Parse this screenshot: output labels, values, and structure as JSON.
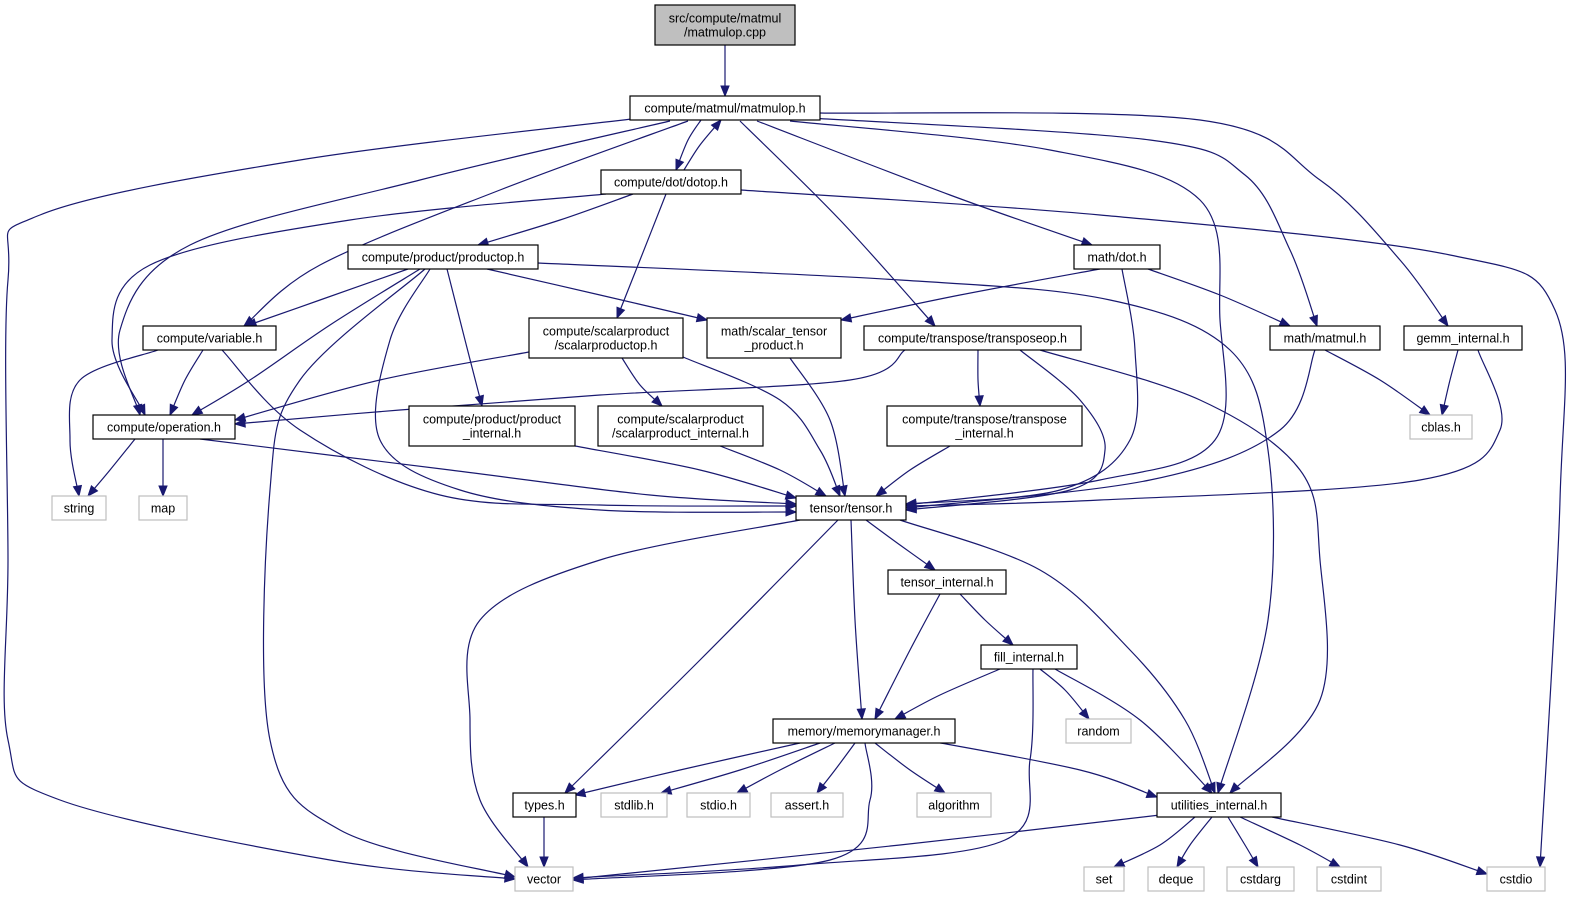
{
  "graph": {
    "colors": {
      "edge": "#191970",
      "root_fill": "#bfbfbf",
      "node_border": "#000000",
      "external_border": "#bfbfbf",
      "background": "#ffffff"
    },
    "nodes": [
      {
        "id": "root",
        "lines": [
          "src/compute/matmul",
          "/matmulop.cpp"
        ],
        "kind": "root"
      },
      {
        "id": "matmulop_h",
        "lines": [
          "compute/matmul/matmulop.h"
        ],
        "kind": "internal"
      },
      {
        "id": "dotop_h",
        "lines": [
          "compute/dot/dotop.h"
        ],
        "kind": "internal"
      },
      {
        "id": "productop_h",
        "lines": [
          "compute/product/productop.h"
        ],
        "kind": "internal"
      },
      {
        "id": "math_dot_h",
        "lines": [
          "math/dot.h"
        ],
        "kind": "internal"
      },
      {
        "id": "variable_h",
        "lines": [
          "compute/variable.h"
        ],
        "kind": "internal"
      },
      {
        "id": "scalarproductop_h",
        "lines": [
          "compute/scalarproduct",
          "/scalarproductop.h"
        ],
        "kind": "internal"
      },
      {
        "id": "scalar_tensor_product_h",
        "lines": [
          "math/scalar_tensor",
          "_product.h"
        ],
        "kind": "internal"
      },
      {
        "id": "transposeop_h",
        "lines": [
          "compute/transpose/transposeop.h"
        ],
        "kind": "internal"
      },
      {
        "id": "math_matmul_h",
        "lines": [
          "math/matmul.h"
        ],
        "kind": "internal"
      },
      {
        "id": "gemm_internal_h",
        "lines": [
          "gemm_internal.h"
        ],
        "kind": "internal"
      },
      {
        "id": "operation_h",
        "lines": [
          "compute/operation.h"
        ],
        "kind": "internal"
      },
      {
        "id": "product_internal_h",
        "lines": [
          "compute/product/product",
          "_internal.h"
        ],
        "kind": "internal"
      },
      {
        "id": "scalarproduct_internal_h",
        "lines": [
          "compute/scalarproduct",
          "/scalarproduct_internal.h"
        ],
        "kind": "internal"
      },
      {
        "id": "transpose_internal_h",
        "lines": [
          "compute/transpose/transpose",
          "_internal.h"
        ],
        "kind": "internal"
      },
      {
        "id": "cblas_h",
        "lines": [
          "cblas.h"
        ],
        "kind": "external"
      },
      {
        "id": "string",
        "lines": [
          "string"
        ],
        "kind": "external"
      },
      {
        "id": "map",
        "lines": [
          "map"
        ],
        "kind": "external"
      },
      {
        "id": "tensor_h",
        "lines": [
          "tensor/tensor.h"
        ],
        "kind": "internal"
      },
      {
        "id": "tensor_internal_h",
        "lines": [
          "tensor_internal.h"
        ],
        "kind": "internal"
      },
      {
        "id": "fill_internal_h",
        "lines": [
          "fill_internal.h"
        ],
        "kind": "internal"
      },
      {
        "id": "memorymanager_h",
        "lines": [
          "memory/memorymanager.h"
        ],
        "kind": "internal"
      },
      {
        "id": "random",
        "lines": [
          "random"
        ],
        "kind": "external"
      },
      {
        "id": "types_h",
        "lines": [
          "types.h"
        ],
        "kind": "internal"
      },
      {
        "id": "stdlib_h",
        "lines": [
          "stdlib.h"
        ],
        "kind": "external"
      },
      {
        "id": "stdio_h",
        "lines": [
          "stdio.h"
        ],
        "kind": "external"
      },
      {
        "id": "assert_h",
        "lines": [
          "assert.h"
        ],
        "kind": "external"
      },
      {
        "id": "algorithm",
        "lines": [
          "algorithm"
        ],
        "kind": "external"
      },
      {
        "id": "utilities_internal_h",
        "lines": [
          "utilities_internal.h"
        ],
        "kind": "internal"
      },
      {
        "id": "vector",
        "lines": [
          "vector"
        ],
        "kind": "external"
      },
      {
        "id": "set",
        "lines": [
          "set"
        ],
        "kind": "external"
      },
      {
        "id": "deque",
        "lines": [
          "deque"
        ],
        "kind": "external"
      },
      {
        "id": "cstdarg",
        "lines": [
          "cstdarg"
        ],
        "kind": "external"
      },
      {
        "id": "cstdint",
        "lines": [
          "cstdint"
        ],
        "kind": "external"
      },
      {
        "id": "cstdio",
        "lines": [
          "cstdio"
        ],
        "kind": "external"
      }
    ],
    "edges": [
      {
        "from": "root",
        "to": "matmulop_h"
      },
      {
        "from": "matmulop_h",
        "to": "dotop_h"
      },
      {
        "from": "dotop_h",
        "to": "matmulop_h"
      },
      {
        "from": "matmulop_h",
        "to": "vector"
      },
      {
        "from": "matmulop_h",
        "to": "operation_h"
      },
      {
        "from": "matmulop_h",
        "to": "variable_h"
      },
      {
        "from": "matmulop_h",
        "to": "transposeop_h"
      },
      {
        "from": "matmulop_h",
        "to": "math_dot_h"
      },
      {
        "from": "matmulop_h",
        "to": "tensor_h"
      },
      {
        "from": "matmulop_h",
        "to": "math_matmul_h"
      },
      {
        "from": "matmulop_h",
        "to": "gemm_internal_h"
      },
      {
        "from": "dotop_h",
        "to": "operation_h"
      },
      {
        "from": "dotop_h",
        "to": "productop_h"
      },
      {
        "from": "dotop_h",
        "to": "scalarproductop_h"
      },
      {
        "from": "dotop_h",
        "to": "cstdio"
      },
      {
        "from": "productop_h",
        "to": "variable_h"
      },
      {
        "from": "productop_h",
        "to": "operation_h"
      },
      {
        "from": "productop_h",
        "to": "vector"
      },
      {
        "from": "productop_h",
        "to": "tensor_h"
      },
      {
        "from": "productop_h",
        "to": "product_internal_h"
      },
      {
        "from": "productop_h",
        "to": "scalar_tensor_product_h"
      },
      {
        "from": "productop_h",
        "to": "utilities_internal_h"
      },
      {
        "from": "math_dot_h",
        "to": "scalar_tensor_product_h"
      },
      {
        "from": "math_dot_h",
        "to": "math_matmul_h"
      },
      {
        "from": "math_dot_h",
        "to": "tensor_h"
      },
      {
        "from": "variable_h",
        "to": "string"
      },
      {
        "from": "variable_h",
        "to": "operation_h"
      },
      {
        "from": "variable_h",
        "to": "tensor_h"
      },
      {
        "from": "scalarproductop_h",
        "to": "operation_h"
      },
      {
        "from": "scalarproductop_h",
        "to": "scalarproduct_internal_h"
      },
      {
        "from": "scalarproductop_h",
        "to": "tensor_h"
      },
      {
        "from": "scalar_tensor_product_h",
        "to": "tensor_h"
      },
      {
        "from": "transposeop_h",
        "to": "operation_h"
      },
      {
        "from": "transposeop_h",
        "to": "transpose_internal_h"
      },
      {
        "from": "transposeop_h",
        "to": "tensor_h"
      },
      {
        "from": "transposeop_h",
        "to": "utilities_internal_h"
      },
      {
        "from": "math_matmul_h",
        "to": "cblas_h"
      },
      {
        "from": "math_matmul_h",
        "to": "tensor_h"
      },
      {
        "from": "gemm_internal_h",
        "to": "cblas_h"
      },
      {
        "from": "gemm_internal_h",
        "to": "tensor_h"
      },
      {
        "from": "operation_h",
        "to": "string"
      },
      {
        "from": "operation_h",
        "to": "map"
      },
      {
        "from": "operation_h",
        "to": "tensor_h"
      },
      {
        "from": "product_internal_h",
        "to": "tensor_h"
      },
      {
        "from": "scalarproduct_internal_h",
        "to": "tensor_h"
      },
      {
        "from": "transpose_internal_h",
        "to": "tensor_h"
      },
      {
        "from": "tensor_h",
        "to": "vector"
      },
      {
        "from": "tensor_h",
        "to": "types_h"
      },
      {
        "from": "tensor_h",
        "to": "memorymanager_h"
      },
      {
        "from": "tensor_h",
        "to": "tensor_internal_h"
      },
      {
        "from": "tensor_h",
        "to": "utilities_internal_h"
      },
      {
        "from": "tensor_internal_h",
        "to": "memorymanager_h"
      },
      {
        "from": "tensor_internal_h",
        "to": "fill_internal_h"
      },
      {
        "from": "fill_internal_h",
        "to": "memorymanager_h"
      },
      {
        "from": "fill_internal_h",
        "to": "random"
      },
      {
        "from": "fill_internal_h",
        "to": "utilities_internal_h"
      },
      {
        "from": "fill_internal_h",
        "to": "vector"
      },
      {
        "from": "memorymanager_h",
        "to": "types_h"
      },
      {
        "from": "memorymanager_h",
        "to": "stdlib_h"
      },
      {
        "from": "memorymanager_h",
        "to": "stdio_h"
      },
      {
        "from": "memorymanager_h",
        "to": "assert_h"
      },
      {
        "from": "memorymanager_h",
        "to": "algorithm"
      },
      {
        "from": "memorymanager_h",
        "to": "utilities_internal_h"
      },
      {
        "from": "memorymanager_h",
        "to": "vector"
      },
      {
        "from": "types_h",
        "to": "vector"
      },
      {
        "from": "utilities_internal_h",
        "to": "vector"
      },
      {
        "from": "utilities_internal_h",
        "to": "set"
      },
      {
        "from": "utilities_internal_h",
        "to": "deque"
      },
      {
        "from": "utilities_internal_h",
        "to": "cstdarg"
      },
      {
        "from": "utilities_internal_h",
        "to": "cstdint"
      },
      {
        "from": "utilities_internal_h",
        "to": "cstdio"
      }
    ]
  }
}
